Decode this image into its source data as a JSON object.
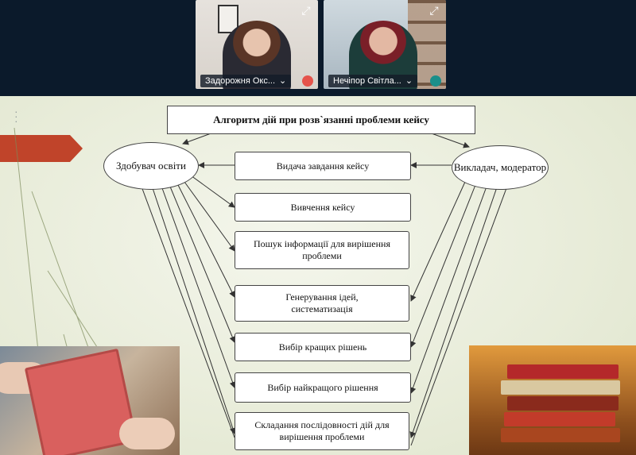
{
  "participants": [
    {
      "name": "Задорожня Окс...",
      "expand_icon": "expand-icon",
      "chevron": "⌄"
    },
    {
      "name": "Нечіпор Світла...",
      "expand_icon": "expand-icon",
      "chevron": "⌄"
    }
  ],
  "diagram": {
    "title": "Алгоритм дій при розв`язанні проблеми кейсу",
    "left_node": "Здобувач освіти",
    "right_node": "Викладач, модератор",
    "steps": [
      "Видача завдання кейсу",
      "Вивчення кейсу",
      "Пошук інформації для вирішення проблеми",
      "Генерування ідей, систематизація",
      "Вибір кращих рішень",
      "Вибір найкращого рішення",
      "Складання послідовності дій для вирішення проблеми"
    ]
  },
  "colors": {
    "accent_tab": "#c0442a",
    "lines": "#333333"
  }
}
